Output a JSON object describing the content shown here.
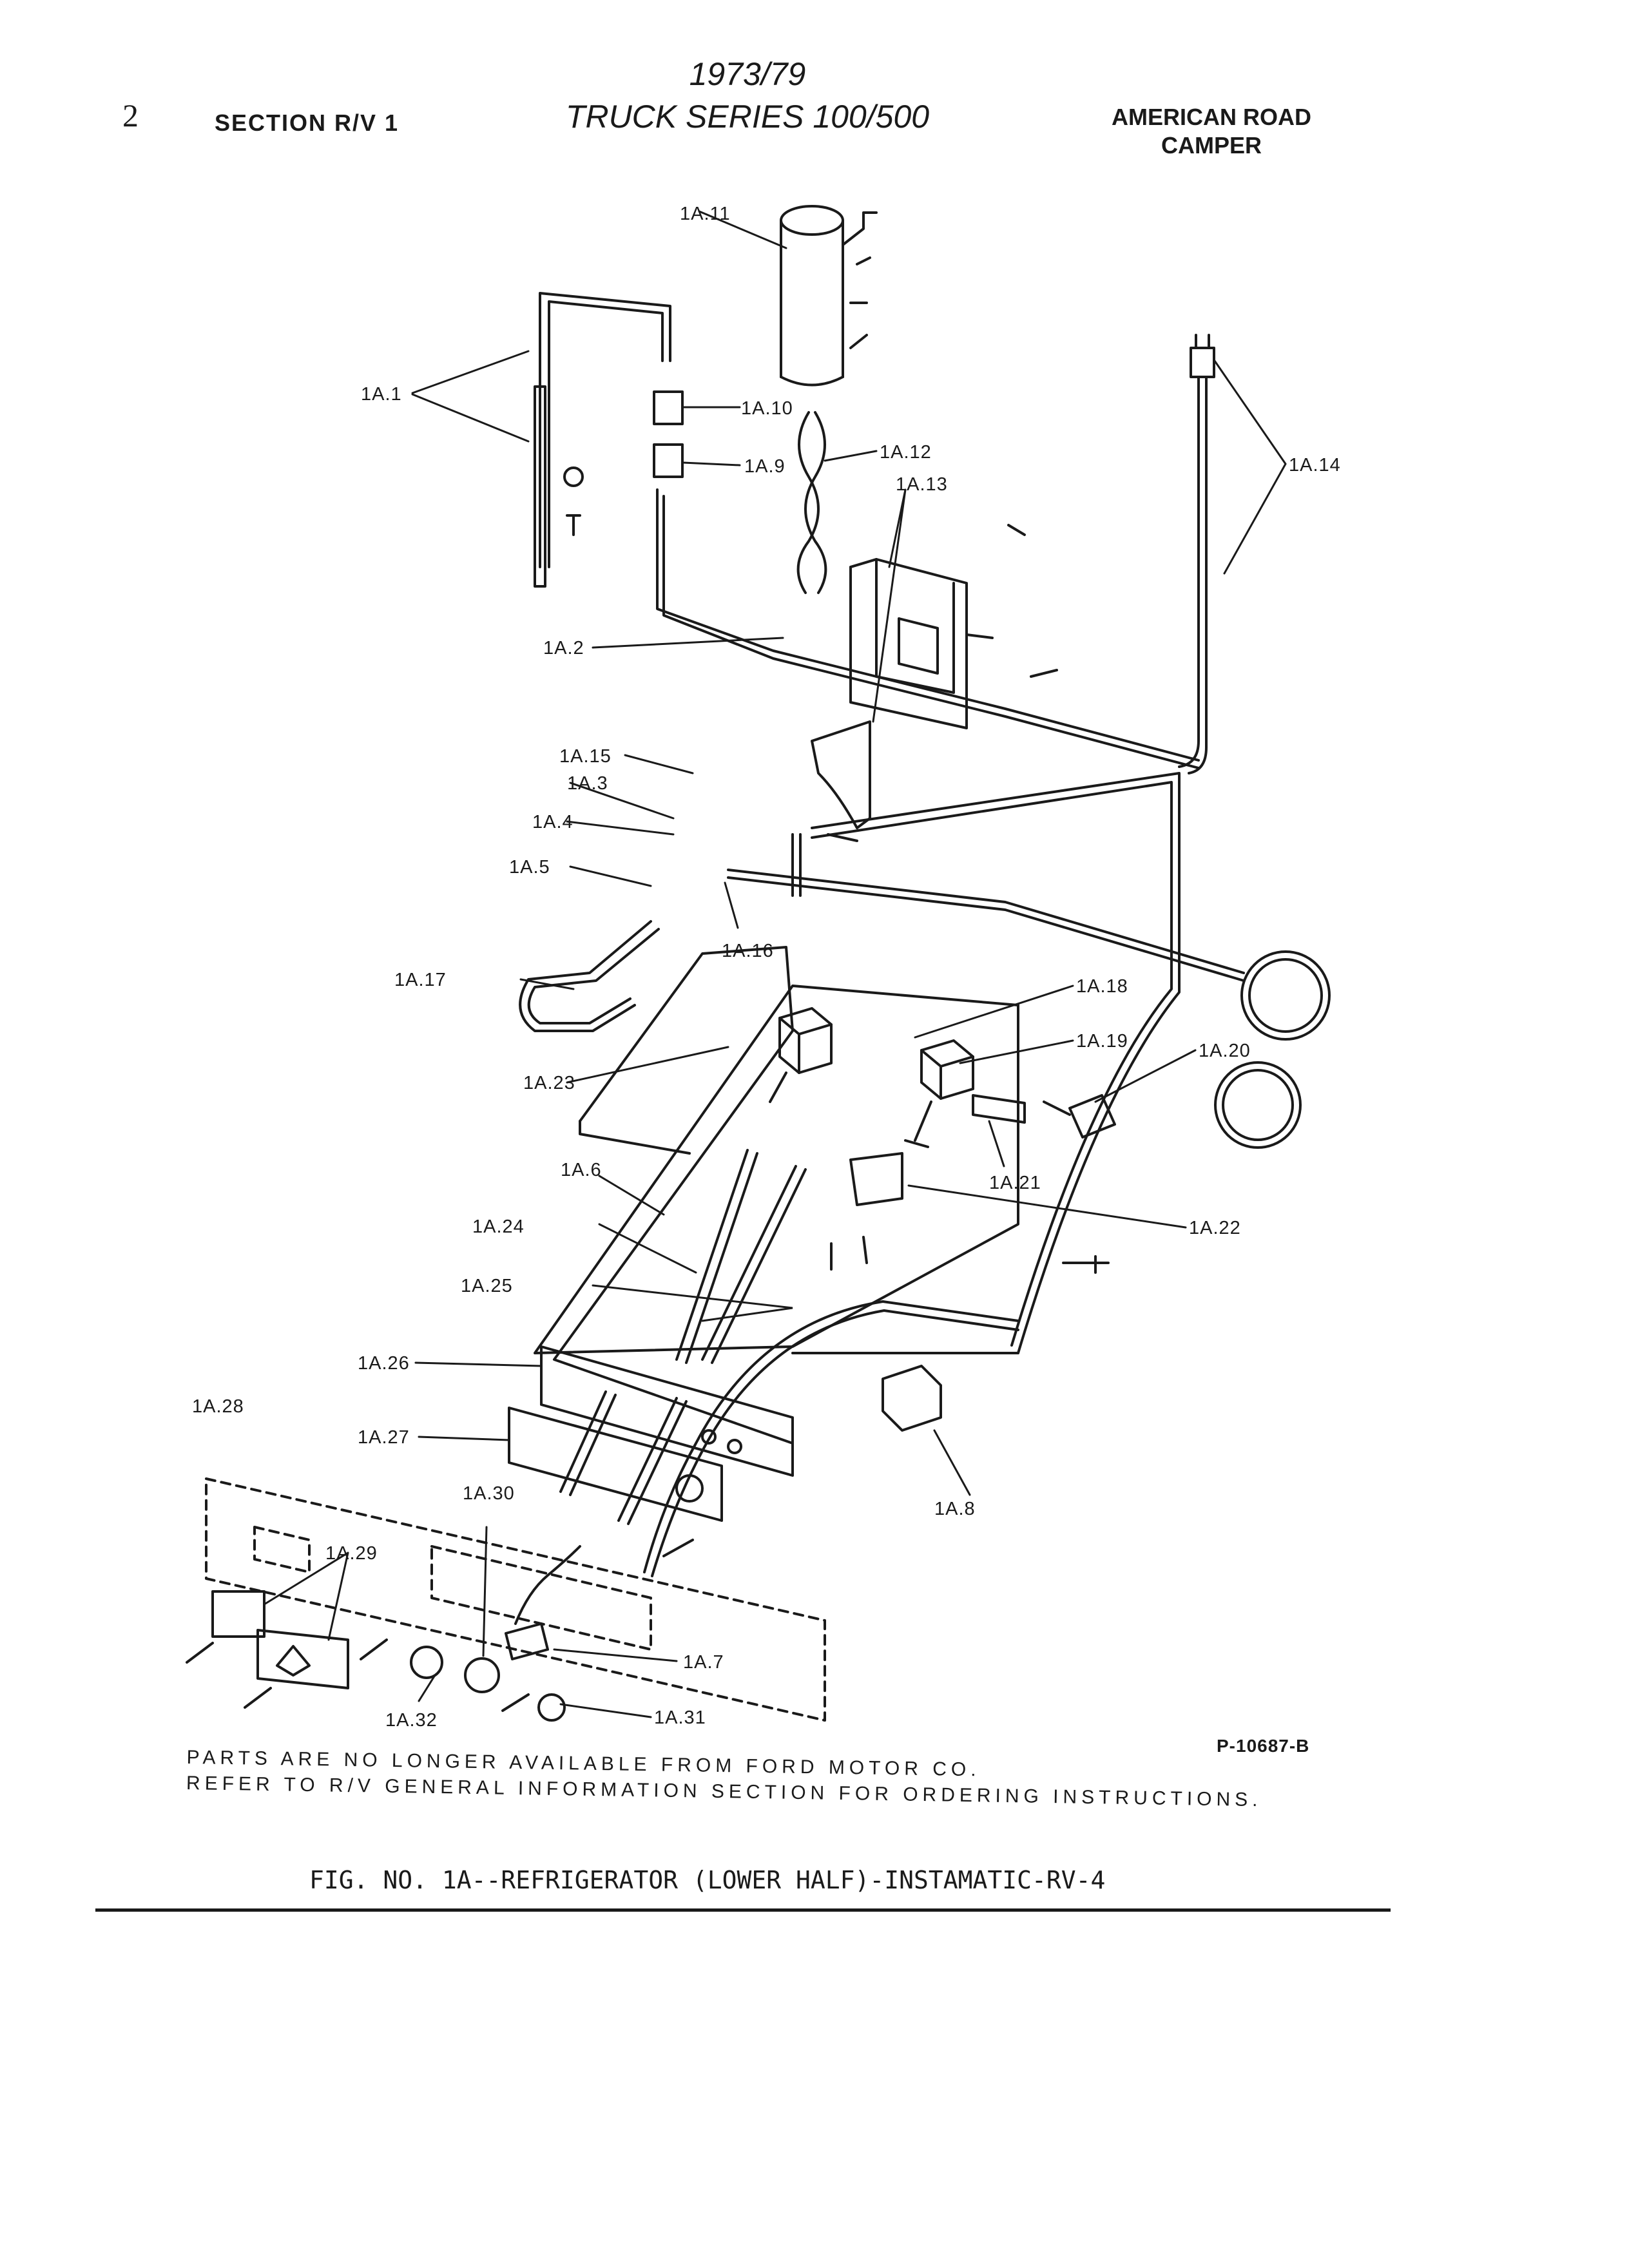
{
  "header": {
    "page_number": "2",
    "section": "SECTION R/V 1",
    "years": "1973/79",
    "series": "TRUCK SERIES 100/500",
    "brand_line1": "AMERICAN ROAD",
    "brand_line2": "CAMPER"
  },
  "diagram": {
    "drawing_number": "P-10687-B",
    "parts": [
      {
        "label": "1A.1"
      },
      {
        "label": "1A.2"
      },
      {
        "label": "1A.3"
      },
      {
        "label": "1A.4"
      },
      {
        "label": "1A.5"
      },
      {
        "label": "1A.6"
      },
      {
        "label": "1A.7"
      },
      {
        "label": "1A.8"
      },
      {
        "label": "1A.9"
      },
      {
        "label": "1A.10"
      },
      {
        "label": "1A.11"
      },
      {
        "label": "1A.12"
      },
      {
        "label": "1A.13"
      },
      {
        "label": "1A.14"
      },
      {
        "label": "1A.15"
      },
      {
        "label": "1A.16"
      },
      {
        "label": "1A.17"
      },
      {
        "label": "1A.18"
      },
      {
        "label": "1A.19"
      },
      {
        "label": "1A.20"
      },
      {
        "label": "1A.21"
      },
      {
        "label": "1A.22"
      },
      {
        "label": "1A.23"
      },
      {
        "label": "1A.24"
      },
      {
        "label": "1A.25"
      },
      {
        "label": "1A.26"
      },
      {
        "label": "1A.27"
      },
      {
        "label": "1A.28"
      },
      {
        "label": "1A.29"
      },
      {
        "label": "1A.30"
      },
      {
        "label": "1A.31"
      },
      {
        "label": "1A.32"
      }
    ]
  },
  "notes": {
    "line1": "PARTS ARE NO LONGER AVAILABLE FROM FORD MOTOR CO.",
    "line2": "REFER TO R/V GENERAL INFORMATION SECTION FOR ORDERING INSTRUCTIONS."
  },
  "figure_caption": "FIG. NO. 1A--REFRIGERATOR (LOWER HALF)-INSTAMATIC-RV-4"
}
